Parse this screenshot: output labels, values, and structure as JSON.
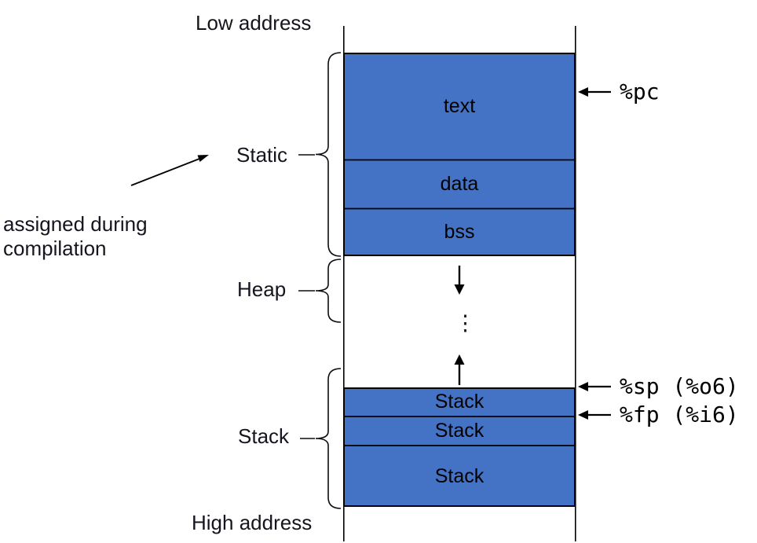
{
  "diagram": {
    "top_label": "Low address",
    "bottom_label": "High address",
    "annotation": "assigned during\ncompilation",
    "sections": {
      "static": "Static",
      "heap": "Heap",
      "stack": "Stack"
    },
    "segments": [
      {
        "label": "text"
      },
      {
        "label": "data"
      },
      {
        "label": "bss"
      },
      {
        "label": "Stack"
      },
      {
        "label": "Stack"
      },
      {
        "label": "Stack"
      }
    ],
    "registers": {
      "pc": "%pc",
      "sp": "%sp (%o6)",
      "fp": "%fp (%i6)"
    },
    "ellipsis": "⋮",
    "colors": {
      "segment_fill": "#4472c4",
      "line": "#000000",
      "label_text": "#15151e"
    }
  }
}
